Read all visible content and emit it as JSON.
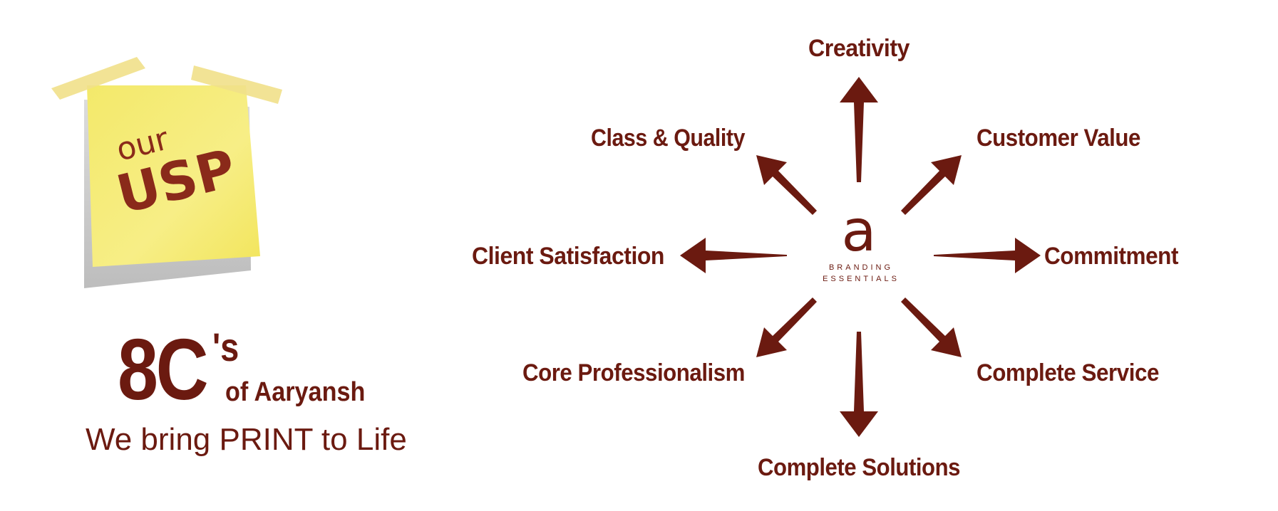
{
  "sticky_note": {
    "line1": "our",
    "line2": "USP"
  },
  "headline": {
    "number": "8C",
    "suffix": "'s",
    "of_text": "of Aaryansh"
  },
  "tagline": "We bring PRINT to Life",
  "center_logo": {
    "letter": "a",
    "line1": "BRANDING",
    "line2": "ESSENTIALS"
  },
  "usps": [
    {
      "id": "creativity",
      "label": "Creativity",
      "direction": "up"
    },
    {
      "id": "customer-value",
      "label": "Customer Value",
      "direction": "up-right"
    },
    {
      "id": "commitment",
      "label": "Commitment",
      "direction": "right"
    },
    {
      "id": "complete-service",
      "label": "Complete Service",
      "direction": "down-right"
    },
    {
      "id": "complete-solutions",
      "label": "Complete Solutions",
      "direction": "down"
    },
    {
      "id": "core-professionalism",
      "label": "Core Professionalism",
      "direction": "down-left"
    },
    {
      "id": "client-satisfaction",
      "label": "Client Satisfaction",
      "direction": "left"
    },
    {
      "id": "class-quality",
      "label": "Class & Quality",
      "direction": "up-left"
    }
  ],
  "colors": {
    "brand": "#6b1a10",
    "note": "#f6ea6a",
    "tape": "#f1e08a"
  }
}
